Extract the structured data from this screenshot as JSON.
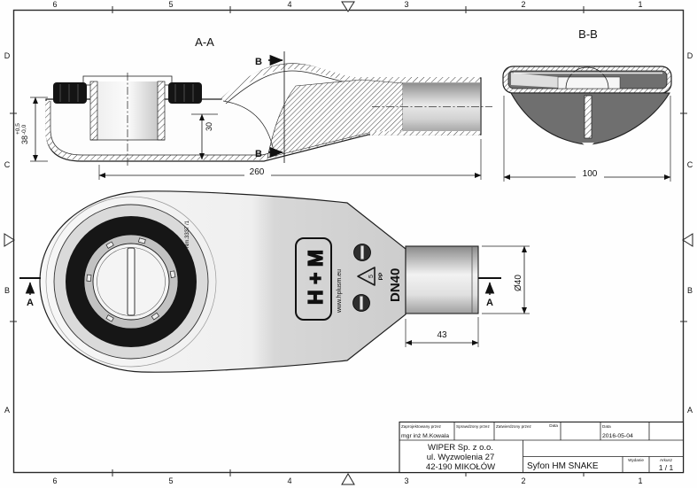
{
  "border": {
    "cols": [
      "6",
      "5",
      "4",
      "3",
      "2",
      "1"
    ],
    "rows": [
      "D",
      "C",
      "B",
      "A"
    ]
  },
  "views": {
    "section_aa": {
      "label": "A-A",
      "marker_letter": "B",
      "dim_height": "38",
      "dim_height_tol_plus": "+0,5",
      "dim_height_tol_minus": "-0,0",
      "dim_depth": "30",
      "dim_length": "260"
    },
    "section_bb": {
      "label": "B-B",
      "dim_width": "100"
    },
    "plan": {
      "marker_letter": "A",
      "dim_outlet_length": "43",
      "dim_outlet_diameter": "Ø40",
      "logo": "H + M",
      "website": "www.hplusm.eu",
      "recycle_code": "5",
      "material": "PP",
      "nominal_size": "DN40",
      "mold_text": "Nm.3337 /1"
    }
  },
  "title_block": {
    "designed_label": "Zaprojektowany przez",
    "designed_value": "mgr inż M.Kowala",
    "checked_label": "Sprawdzony przez",
    "approved_label": "Zatwierdzony przez",
    "small_date_label": "Data",
    "date_label": "Data",
    "date_value": "2016-05-04",
    "company_name": "WIPER Sp. z o.o.",
    "company_street": "ul. Wyzwolenia 27",
    "company_city": "42-190 MIKOŁÓW",
    "drawing_title": "Syfon HM SNAKE",
    "edition_label": "Wydanie",
    "sheet_label": "Arkusz",
    "sheet_value": "1 / 1"
  },
  "colors": {
    "line": "#1f1f1f",
    "dark_gray_fill": "#6f6f6f",
    "black_ring": "#161616",
    "body_light": "#f4f4f4"
  }
}
